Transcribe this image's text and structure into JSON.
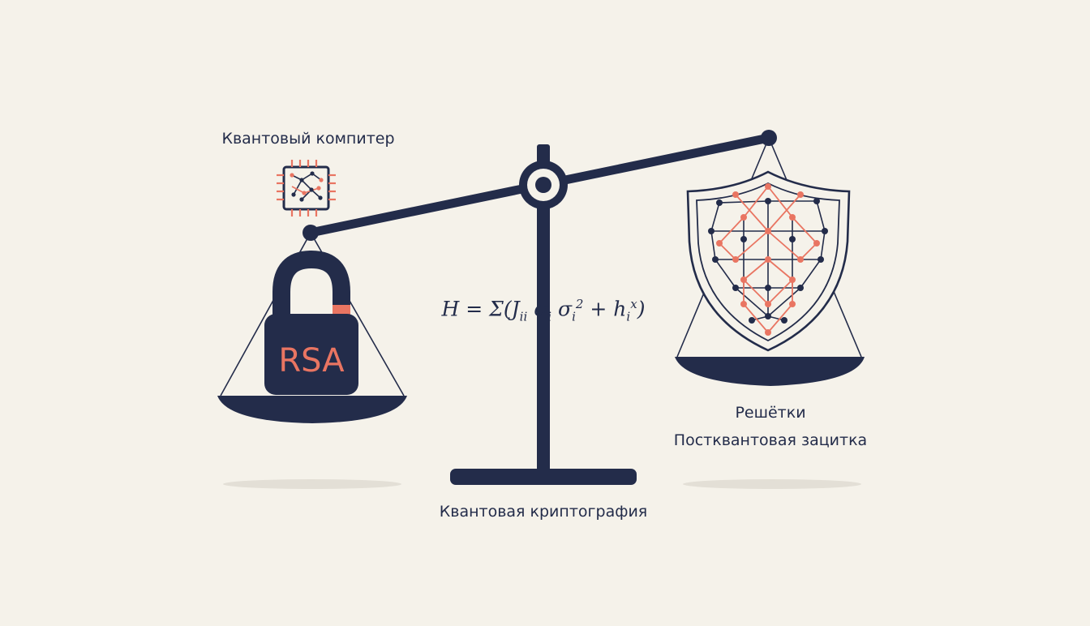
{
  "labels": {
    "quantum_computer": "Квантовый компитер",
    "lattice_title": "Решётки",
    "lattice_subtitle": "Постквантовая зацитка",
    "quantum_crypto": "Квантовая криптография",
    "lock_text": "RSA"
  },
  "formula": {
    "lhs": "H = Σ(",
    "j": "J",
    "j_sub": "ii",
    "sigma1": " σ",
    "sigma1_sub": "i",
    "sigma2": " σ",
    "sigma2_sub": "i",
    "sigma2_sup": "2",
    "plus_h": " + h",
    "h_sub": "i",
    "h_sup": "x",
    "close": ")"
  },
  "colors": {
    "navy": "#232c4a",
    "coral": "#e97562",
    "background": "#f5f2ea"
  },
  "icons": [
    "cpu-chip-icon",
    "padlock-icon",
    "shield-lattice-icon"
  ]
}
